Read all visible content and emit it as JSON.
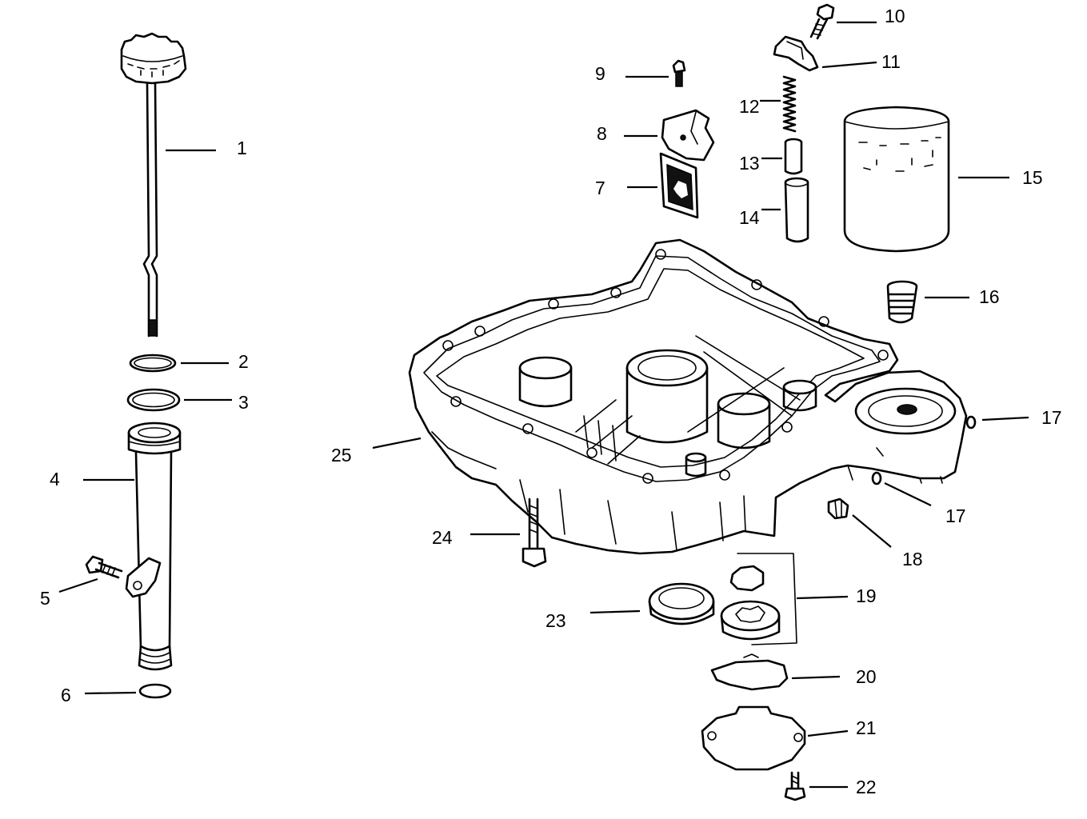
{
  "parts": [
    {
      "number": "1"
    },
    {
      "number": "2"
    },
    {
      "number": "3"
    },
    {
      "number": "4"
    },
    {
      "number": "5"
    },
    {
      "number": "6"
    },
    {
      "number": "7"
    },
    {
      "number": "8"
    },
    {
      "number": "9"
    },
    {
      "number": "10"
    },
    {
      "number": "11"
    },
    {
      "number": "12"
    },
    {
      "number": "13"
    },
    {
      "number": "14"
    },
    {
      "number": "15"
    },
    {
      "number": "16"
    },
    {
      "number": "17"
    },
    {
      "number": "17"
    },
    {
      "number": "18"
    },
    {
      "number": "19"
    },
    {
      "number": "20"
    },
    {
      "number": "21"
    },
    {
      "number": "22"
    },
    {
      "number": "23"
    },
    {
      "number": "24"
    },
    {
      "number": "25"
    }
  ],
  "colors": {
    "ink": "#000000",
    "paper": "#ffffff"
  }
}
